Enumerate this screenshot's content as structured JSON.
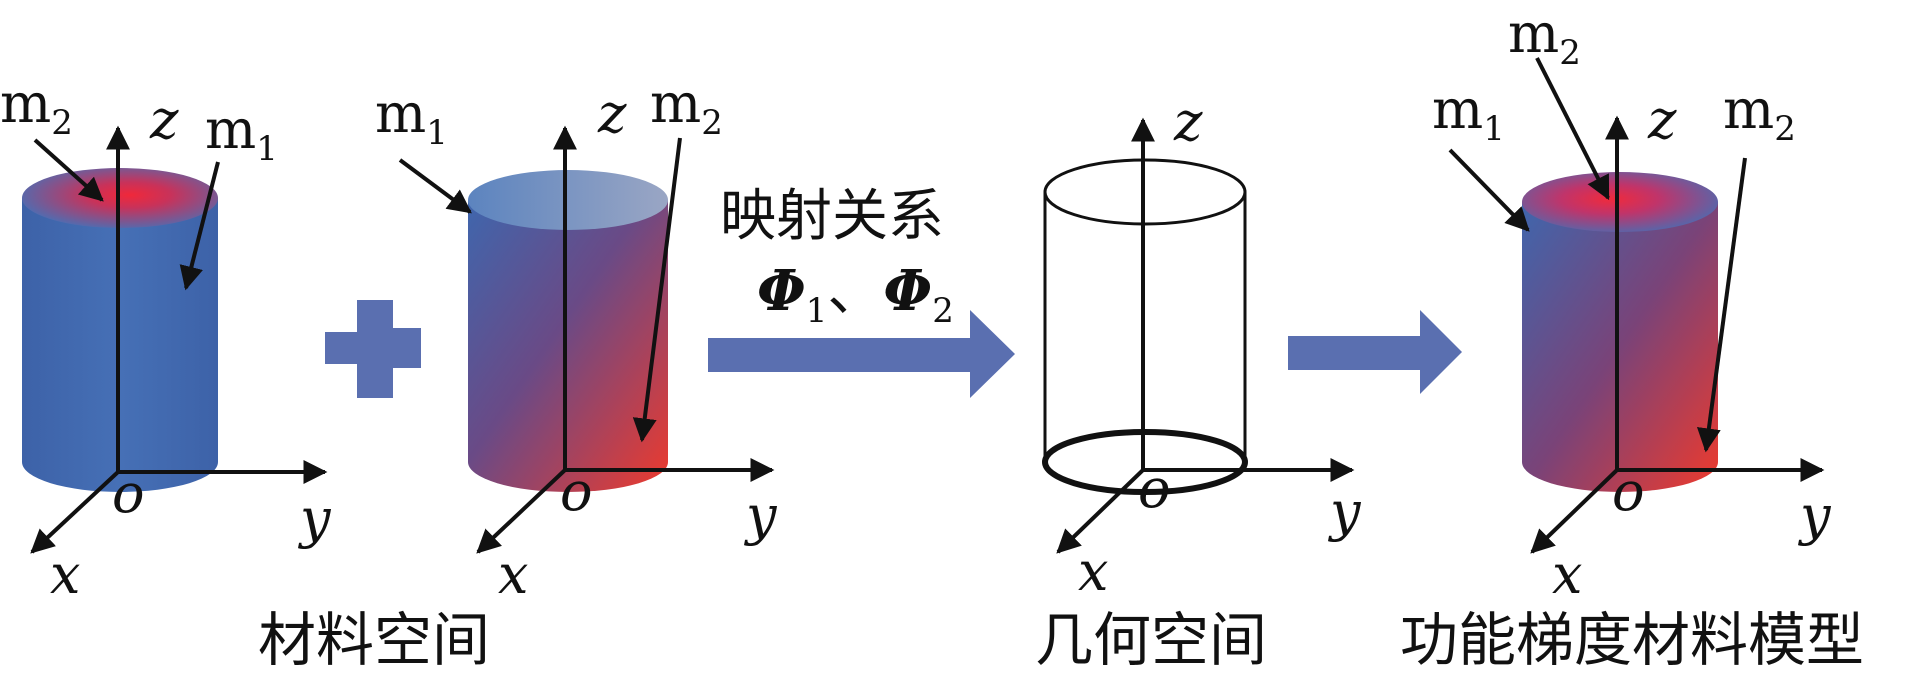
{
  "labels": {
    "m1": "m",
    "m1_sub": "1",
    "m2": "m",
    "m2_sub": "2"
  },
  "axes": {
    "x": "x",
    "y": "y",
    "z": "z",
    "origin": "o"
  },
  "mapping": {
    "title": "映射关系",
    "phi_symbol": "Φ",
    "phi1_sub": "1",
    "separator": "、",
    "phi2_sub": "2"
  },
  "captions": {
    "material_space": "材料空间",
    "geometry_space": "几何空间",
    "fgm_model": "功能梯度材料模型"
  },
  "colors": {
    "material_blue": "#3f66ad",
    "material_red": "#ef3a2c",
    "arrow_fill": "#5a6fb0",
    "ink": "#111111"
  }
}
